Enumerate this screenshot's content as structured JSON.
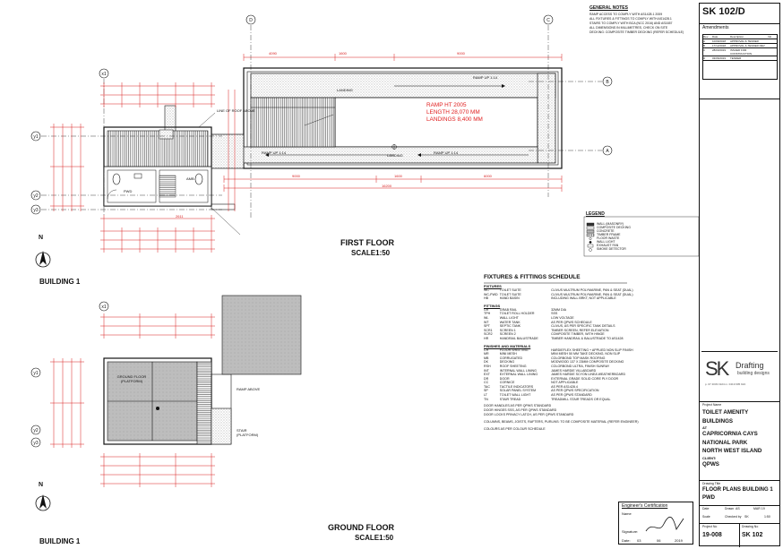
{
  "sheet": {
    "number": "SK 102/D",
    "amendments_label": "Amendments",
    "amend_headers": [
      "Rev",
      "Date",
      "Description",
      "Init"
    ],
    "amend_rows": [
      {
        "rev": "A",
        "date": "10/09/2018",
        "desc": "APPROVAL & TENDER"
      },
      {
        "rev": "B",
        "date": "17/12/2018",
        "desc": "APPROVAL & TENDER REV"
      },
      {
        "rev": "C",
        "date": "28/03/2019",
        "desc": "ISSUED FOR CONSTRUCTION"
      },
      {
        "rev": "D",
        "date": "03/06/2019",
        "desc": "TENDER"
      }
    ]
  },
  "general_notes": {
    "title": "GENERAL NOTES",
    "lines": [
      "RAMP ACCESS TO COMPLY WITH AS1428.1 2009",
      "ALL FIXTURES & FITTINGS TO COMPLY WITH AS1428.1",
      "STAIRS TO COMPLY WITH BCA (NCC 2016) AND AS1657",
      "ALL DIMENSIONS IN MILLIMETRES, CHECK ON SITE",
      "DECKING: COMPOSITE TIMBER DECKING (REFER SCHEDULE)"
    ]
  },
  "ramp_note": {
    "l1": "RAMP HT 2005",
    "l2": "LENGTH 28,070 MM",
    "l3": "LANDINGS 8,400 MM"
  },
  "plan_labels": {
    "landing": "LANDING",
    "ramp_up": "RAMP UP 1:14",
    "pwd": "PWD",
    "amb": "AMB",
    "ground_floor_platform": "GROUND FLOOR (PLATFORM)",
    "stair_platform": "STAIR (PLATFORM)",
    "ramp_above": "RAMP ABOVE",
    "line_note": "LINE OF ROOF ABOVE"
  },
  "grid": {
    "d": "D",
    "c": "C",
    "b": "B",
    "a": "A",
    "x1": "x1",
    "y1": "y1",
    "y2": "y2",
    "y3": "y3"
  },
  "dims": {
    "top_4090": "4090",
    "top_1600": "1600",
    "top_9000": "9000",
    "bot_9000a": "9000",
    "bot_1600": "1600",
    "bot_6000": "6000",
    "bot_16200": "16200",
    "b_2611": "2611"
  },
  "first_floor": {
    "title": "FIRST FLOOR",
    "scale": "SCALE1:50"
  },
  "ground_floor": {
    "title": "GROUND FLOOR",
    "scale": "SCALE1:50"
  },
  "building_label": "BUILDING 1",
  "north": "N",
  "legend": {
    "title": "LEGEND",
    "items": [
      "WALL (MASONRY)",
      "COMPOSITE DECKING",
      "CONCRETE",
      "TIMBER FRAME",
      "FLOOR WASTE",
      "WALL LIGHT",
      "EXHAUST FAN",
      "SMOKE DETECTOR"
    ]
  },
  "schedule": {
    "title": "FIXTURES & FITTINGS SCHEDULE",
    "groups": [
      {
        "head": "FIXTURES",
        "rows": [
          [
            "WC",
            "TOILET SUITE",
            "CLIVUS MULTRUM POLYMARINE, PAN & SEAT (DUAL)"
          ],
          [
            "WC-PWD",
            "TOILET SUITE",
            "CLIVUS MULTRUM POLYMARINE, PAN & SEAT (DUAL)"
          ],
          [
            "HB",
            "HAND BASIN",
            "INCLUDING WALL BRKT, NOT APPLICABLE"
          ]
        ]
      },
      {
        "head": "FITTINGS",
        "rows": [
          [
            "GR",
            "GRAB RAIL",
            "32MM DIA"
          ],
          [
            "TPH",
            "TOILET ROLL HOLDER",
            "SSS"
          ],
          [
            "WL",
            "WALL LIGHT",
            "LOW VOLTAGE"
          ],
          [
            "WT",
            "WATER TANK",
            "AS PER QPWS SCHEDULE"
          ],
          [
            "SPT",
            "SEPTIC TANK",
            "CLIVUS, AS PER SPECIFIC TANK DETAILS"
          ],
          [
            "SCR1",
            "SCREEN 1",
            "TIMBER SCREEN, REFER ELEVATION"
          ],
          [
            "SCR2",
            "SCREEN 2",
            "COMPOSITE TIMBER, WITH HINGE"
          ],
          [
            "HR",
            "HANDRAIL BALUSTRADE",
            "TIMBER HANDRAIL & BALUSTRADE TO AS1428"
          ]
        ]
      },
      {
        "head": "FINISHES AND MATERIALS",
        "rows": [
          [
            "CH",
            "FLOOR SHEETING",
            "HARDIEFLEX SHEETING + APPLIED NON SLIP FINISH"
          ],
          [
            "MR",
            "MINI MESH",
            "MINI MESH 50 MM TAKE DECKING, NON SLIP"
          ],
          [
            "MB",
            "CORRUGATED",
            "COLORBOND TOP MASK ROOFING"
          ],
          [
            "DK",
            "DECKING",
            "MODWOOD 137 X 23MM COMPOSITE DECKING"
          ],
          [
            "RSH",
            "ROOF SHEETING",
            "COLORBOND ULTRA, FINISH SUNRAY"
          ],
          [
            "INT",
            "INTERNAL WALL LINING",
            "JAMES HARDIE VILLABOARD"
          ],
          [
            "EXT",
            "EXTERNAL WALL LINING",
            "JAMES HARDIE SCYON LINEA WEATHERBOARD"
          ],
          [
            "DR",
            "DOOR",
            "EXTERNAL GRADE SOLID CORE PLY DOOR"
          ],
          [
            "CC",
            "CORNICE",
            "NOT APPLICABLE"
          ],
          [
            "TAC",
            "TACTILE INDICATORS",
            "AS PER AS1428.4"
          ],
          [
            "SP",
            "SOLAR PANEL SYSTEM",
            "AS PER QPWS SPECIFICATION"
          ],
          [
            "LT",
            "TOILET WALL LIGHT",
            "AS PER QPWS STANDARD"
          ],
          [
            "TN",
            "STAIR TREAD",
            "TREADMILL STAIR TREADS OR EQUAL"
          ]
        ]
      }
    ],
    "footer_lines": [
      "DOOR HANDLES    AS PER QPWS STANDARD",
      "DOOR HINGES     SSS, AS PER QPWS STANDARD",
      "DOOR LOCKS      PRIVACY LATCH, AS PER QPWS STANDARD",
      "COLUMNS, BEAMS, JOISTS, RAFTERS, PURLINS: TO BE COMPOSITE MATERIAL (REFER ENGINEER)",
      "COLOURS         AS PER COLOUR SCHEDULE"
    ]
  },
  "company": {
    "logo": "SK",
    "name": "Drafting",
    "tagline": "building designs",
    "contact": "p. 07 4033 1924  m. 0419 605 924"
  },
  "project": {
    "label": "Project Name",
    "lines": [
      "TOILET AMENITY",
      "BUILDINGS",
      "AT",
      "CAPRICORNIA CAYS",
      "NATIONAL PARK",
      "NORTH WEST ISLAND",
      "CLIENT:",
      "QPWS"
    ],
    "drawing_label": "Drawing Title",
    "drawing_lines": [
      "FLOOR PLANS BUILDING 1",
      "PWD"
    ],
    "date_label": "Date",
    "date_value": "MAR 19",
    "drawn_label": "Drawn",
    "drawn_value": "AS",
    "scale_label": "Scale",
    "scale_value": "1:50",
    "checked_label": "Checked by",
    "checked_value": "SK",
    "project_no_label": "Project No",
    "project_no": "19-008",
    "drawing_no_label": "Drawing No",
    "drawing_no": "SK 102"
  },
  "certification": {
    "title": "Engineer's Certification",
    "line1": "Name",
    "line2": "Signature:",
    "date_label": "Date:",
    "day": "03",
    "month": "06",
    "year": "2019"
  },
  "colors": {
    "line": "#111111",
    "dim": "#d81e1e",
    "hatch": "#7a7a7a",
    "note": "#e02020"
  }
}
